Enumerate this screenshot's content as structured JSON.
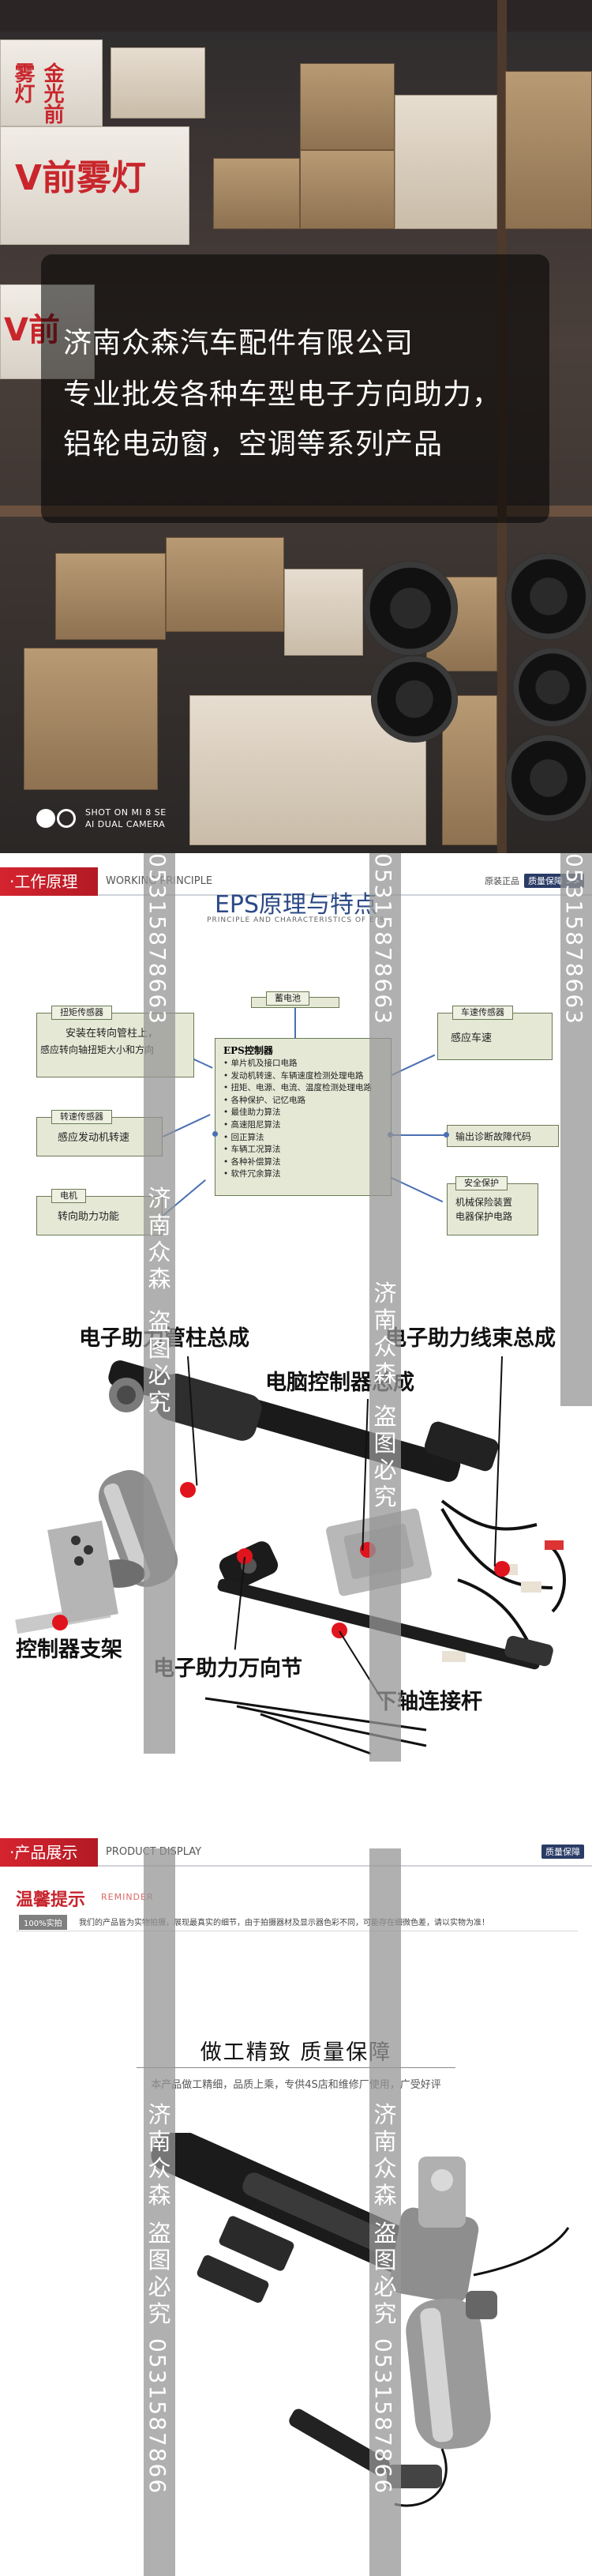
{
  "hero": {
    "box_left_top": "金光前雾灯",
    "box_left_mid": "V前雾灯",
    "box_left_bottom": "V前",
    "overlay_lines": [
      "济南众森汽车配件有限公司",
      "专业批发各种车型电子方向助力，",
      "铝轮电动窗，空调等系列产品"
    ],
    "camera_line1": "SHOT ON MI 8 SE",
    "camera_line2": "AI DUAL CAMERA"
  },
  "section_working": {
    "tag": "·工作原理",
    "en": "WORKING PRINCIPLE",
    "right_text": "原装正品",
    "right_pill": "质量保障 >>"
  },
  "eps": {
    "title": "EPS原理与特点",
    "subtitle": "PRINCIPLE AND CHARACTERISTICS OF EPS",
    "motor_tab": "蓄电池",
    "torque_sensor": {
      "tab": "扭矩传感器",
      "lines": [
        "安装在转向管柱上，",
        "感应转向轴扭矩大小和方向"
      ]
    },
    "speed_sensor_left": {
      "tab": "转速传感器",
      "lines": [
        "感应发动机转速"
      ]
    },
    "motor": {
      "tab": "电机",
      "lines": [
        "转向助力功能"
      ]
    },
    "vehicle_speed": {
      "tab": "车速传感器",
      "lines": [
        "感应车速"
      ]
    },
    "fault_output": "输出诊断故障代码",
    "safety": {
      "tab": "安全保护",
      "lines": [
        "机械保险装置",
        "电器保护电路"
      ]
    },
    "controller_title": "EPS控制器",
    "controller_items": [
      "• 单片机及接口电路",
      "• 发动机转速、车辆速度检测处理电路",
      "• 扭矩、电源、电流、温度检测处理电路",
      "• 各种保护、记忆电路",
      "• 最佳助力算法",
      "• 高速阻尼算法",
      "• 回正算法",
      "• 车辆工况算法",
      "• 各种补偿算法",
      "• 软件冗余算法"
    ]
  },
  "assembly": {
    "label_column": "电子助力管柱总成",
    "label_harness": "电子助力线束总成",
    "label_ecu": "电脑控制器总成",
    "label_bracket": "控制器支架",
    "label_ujoint": "电子助力万向节",
    "label_shaft": "下轴连接杆"
  },
  "section_product": {
    "tag": "·产品展示",
    "en": "PRODUCT DISPLAY",
    "right_pill": "质量保障"
  },
  "reminder": {
    "title": "温馨提示",
    "en": "REMINDER",
    "badge": "100%实拍",
    "text": "我们的产品皆为实物拍摄，展现最真实的细节，由于拍摄器材及显示器色彩不同，可能存在细微色差，请以实物为准！"
  },
  "quality": {
    "title": "做工精致  质量保障",
    "subtitle": "本产品做工精细，品质上乘，专供4S店和维修厂使用，广受好评"
  },
  "watermark": {
    "company": "济南众森",
    "warning": "盗图必究",
    "phone": "05315878663",
    "phone_dup": "0531587866"
  },
  "colors": {
    "accent_red": "#d4242f",
    "diagram_blue": "#2c4a87",
    "box_fill": "#e6e8d6"
  }
}
